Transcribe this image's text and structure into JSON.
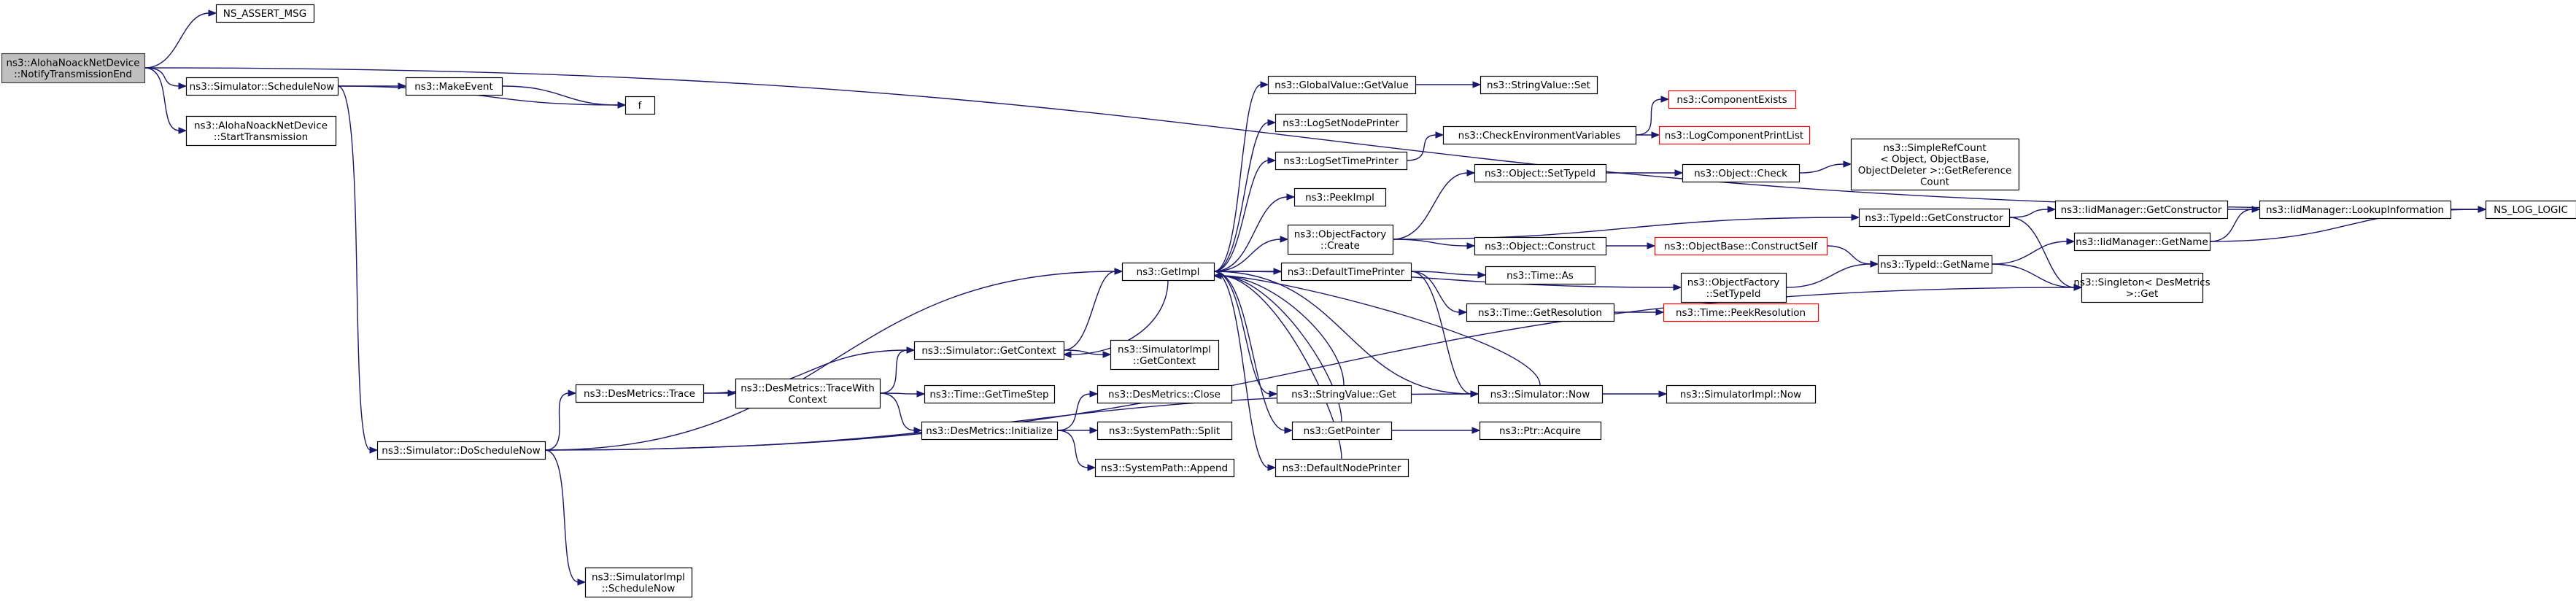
{
  "title": "",
  "colors": {
    "edge": "#191970",
    "node_border": "#000000",
    "node_border_highlight": "#ff0000",
    "root_fill": "#bfbfbf",
    "background": "#ffffff"
  },
  "nodes": [
    {
      "id": "root",
      "lines": [
        "ns3::AlohaNoackNetDevice",
        "::NotifyTransmissionEnd"
      ],
      "style": "root"
    },
    {
      "id": "assert",
      "lines": [
        "NS_ASSERT_MSG"
      ]
    },
    {
      "id": "schedulenow",
      "lines": [
        "ns3::Simulator::ScheduleNow"
      ]
    },
    {
      "id": "starttx",
      "lines": [
        "ns3::AlohaNoackNetDevice",
        "::StartTransmission"
      ]
    },
    {
      "id": "makeevent",
      "lines": [
        "ns3::MakeEvent"
      ]
    },
    {
      "id": "f",
      "lines": [
        "f"
      ]
    },
    {
      "id": "doschedulenow",
      "lines": [
        "ns3::Simulator::DoScheduleNow"
      ]
    },
    {
      "id": "trace",
      "lines": [
        "ns3::DesMetrics::Trace"
      ]
    },
    {
      "id": "tracewithctx",
      "lines": [
        "ns3::DesMetrics::TraceWith",
        "Context"
      ]
    },
    {
      "id": "simimplschednow",
      "lines": [
        "ns3::SimulatorImpl",
        "::ScheduleNow"
      ]
    },
    {
      "id": "getcontext",
      "lines": [
        "ns3::Simulator::GetContext"
      ]
    },
    {
      "id": "gettimestep",
      "lines": [
        "ns3::Time::GetTimeStep"
      ]
    },
    {
      "id": "initialize",
      "lines": [
        "ns3::DesMetrics::Initialize"
      ]
    },
    {
      "id": "simimplgetctx",
      "lines": [
        "ns3::SimulatorImpl",
        "::GetContext"
      ]
    },
    {
      "id": "close",
      "lines": [
        "ns3::DesMetrics::Close"
      ]
    },
    {
      "id": "split",
      "lines": [
        "ns3::SystemPath::Split"
      ]
    },
    {
      "id": "append",
      "lines": [
        "ns3::SystemPath::Append"
      ]
    },
    {
      "id": "getimpl",
      "lines": [
        "ns3::GetImpl"
      ]
    },
    {
      "id": "gvgetvalue",
      "lines": [
        "ns3::GlobalValue::GetValue"
      ]
    },
    {
      "id": "lognodeprinter",
      "lines": [
        "ns3::LogSetNodePrinter"
      ]
    },
    {
      "id": "logtimeprinter",
      "lines": [
        "ns3::LogSetTimePrinter"
      ]
    },
    {
      "id": "peekimpl",
      "lines": [
        "ns3::PeekImpl"
      ]
    },
    {
      "id": "objfactcreate",
      "lines": [
        "ns3::ObjectFactory",
        "::Create"
      ]
    },
    {
      "id": "defaulttimeprinter",
      "lines": [
        "ns3::DefaultTimePrinter"
      ]
    },
    {
      "id": "stringvalueget",
      "lines": [
        "ns3::StringValue::Get"
      ]
    },
    {
      "id": "getpointer",
      "lines": [
        "ns3::GetPointer"
      ]
    },
    {
      "id": "defaultnodeprinter",
      "lines": [
        "ns3::DefaultNodePrinter"
      ]
    },
    {
      "id": "stringvalueset",
      "lines": [
        "ns3::StringValue::Set"
      ]
    },
    {
      "id": "checkenv",
      "lines": [
        "ns3::CheckEnvironmentVariables"
      ]
    },
    {
      "id": "objsettypeid",
      "lines": [
        "ns3::Object::SetTypeId"
      ]
    },
    {
      "id": "objconstruct",
      "lines": [
        "ns3::Object::Construct"
      ]
    },
    {
      "id": "objfactsettypeid",
      "lines": [
        "ns3::ObjectFactory",
        "::SetTypeId"
      ]
    },
    {
      "id": "timeas",
      "lines": [
        "ns3::Time::As"
      ]
    },
    {
      "id": "timegetres",
      "lines": [
        "ns3::Time::GetResolution"
      ]
    },
    {
      "id": "simnow",
      "lines": [
        "ns3::Simulator::Now"
      ]
    },
    {
      "id": "ptracquire",
      "lines": [
        "ns3::Ptr::Acquire"
      ]
    },
    {
      "id": "compexists",
      "lines": [
        "ns3::ComponentExists"
      ],
      "style": "red"
    },
    {
      "id": "logcomplist",
      "lines": [
        "ns3::LogComponentPrintList"
      ],
      "style": "red"
    },
    {
      "id": "objcheck",
      "lines": [
        "ns3::Object::Check"
      ]
    },
    {
      "id": "objbaseconstructself",
      "lines": [
        "ns3::ObjectBase::ConstructSelf"
      ],
      "style": "red"
    },
    {
      "id": "timepeekres",
      "lines": [
        "ns3::Time::PeekResolution"
      ],
      "style": "red"
    },
    {
      "id": "simimplnow",
      "lines": [
        "ns3::SimulatorImpl::Now"
      ]
    },
    {
      "id": "simplerefcount",
      "lines": [
        "ns3::SimpleRefCount",
        "< Object, ObjectBase,",
        "ObjectDeleter >::GetReference",
        "Count"
      ]
    },
    {
      "id": "typeidgetconstructor",
      "lines": [
        "ns3::TypeId::GetConstructor"
      ]
    },
    {
      "id": "typeidgetname",
      "lines": [
        "ns3::TypeId::GetName"
      ]
    },
    {
      "id": "iidgetconstructor",
      "lines": [
        "ns3::IidManager::GetConstructor"
      ]
    },
    {
      "id": "iidgetname",
      "lines": [
        "ns3::IidManager::GetName"
      ]
    },
    {
      "id": "singleton",
      "lines": [
        "ns3::Singleton< DesMetrics",
        ">::Get"
      ]
    },
    {
      "id": "iidlookup",
      "lines": [
        "ns3::IidManager::LookupInformation"
      ]
    },
    {
      "id": "nslogic",
      "lines": [
        "NS_LOG_LOGIC"
      ]
    }
  ],
  "edges": [
    [
      "root",
      "assert"
    ],
    [
      "root",
      "schedulenow"
    ],
    [
      "root",
      "starttx"
    ],
    [
      "root",
      "nslogic"
    ],
    [
      "schedulenow",
      "makeevent"
    ],
    [
      "schedulenow",
      "f"
    ],
    [
      "schedulenow",
      "doschedulenow"
    ],
    [
      "makeevent",
      "f"
    ],
    [
      "doschedulenow",
      "trace"
    ],
    [
      "doschedulenow",
      "getimpl"
    ],
    [
      "doschedulenow",
      "simimplschednow"
    ],
    [
      "doschedulenow",
      "simnow"
    ],
    [
      "doschedulenow",
      "singleton"
    ],
    [
      "trace",
      "getcontext"
    ],
    [
      "trace",
      "tracewithctx"
    ],
    [
      "tracewithctx",
      "getcontext"
    ],
    [
      "tracewithctx",
      "gettimestep"
    ],
    [
      "tracewithctx",
      "initialize"
    ],
    [
      "getcontext",
      "getimpl"
    ],
    [
      "getcontext",
      "simimplgetctx"
    ],
    [
      "initialize",
      "close"
    ],
    [
      "initialize",
      "split"
    ],
    [
      "initialize",
      "append"
    ],
    [
      "getimpl",
      "getcontext"
    ],
    [
      "getimpl",
      "gvgetvalue"
    ],
    [
      "getimpl",
      "lognodeprinter"
    ],
    [
      "getimpl",
      "logtimeprinter"
    ],
    [
      "getimpl",
      "peekimpl"
    ],
    [
      "getimpl",
      "objfactcreate"
    ],
    [
      "getimpl",
      "objfactsettypeid"
    ],
    [
      "getimpl",
      "defaulttimeprinter"
    ],
    [
      "getimpl",
      "stringvalueget"
    ],
    [
      "getimpl",
      "getpointer"
    ],
    [
      "getimpl",
      "defaultnodeprinter"
    ],
    [
      "getimpl",
      "simnow"
    ],
    [
      "gvgetvalue",
      "stringvalueset"
    ],
    [
      "logtimeprinter",
      "checkenv"
    ],
    [
      "checkenv",
      "compexists"
    ],
    [
      "checkenv",
      "logcomplist"
    ],
    [
      "objfactcreate",
      "objsettypeid"
    ],
    [
      "objfactcreate",
      "objconstruct"
    ],
    [
      "objfactcreate",
      "typeidgetconstructor"
    ],
    [
      "objsettypeid",
      "objcheck"
    ],
    [
      "objcheck",
      "simplerefcount"
    ],
    [
      "objconstruct",
      "objbaseconstructself"
    ],
    [
      "objbaseconstructself",
      "typeidgetname"
    ],
    [
      "objfactsettypeid",
      "typeidgetname"
    ],
    [
      "defaulttimeprinter",
      "timeas"
    ],
    [
      "defaulttimeprinter",
      "timegetres"
    ],
    [
      "defaulttimeprinter",
      "simnow"
    ],
    [
      "timegetres",
      "timepeekres"
    ],
    [
      "simnow",
      "simimplnow"
    ],
    [
      "simnow",
      "getimpl"
    ],
    [
      "getpointer",
      "ptracquire"
    ],
    [
      "getpointer",
      "getimpl"
    ],
    [
      "defaultnodeprinter",
      "getimpl"
    ],
    [
      "stringvalueget",
      "getimpl"
    ],
    [
      "typeidgetconstructor",
      "iidgetconstructor"
    ],
    [
      "typeidgetconstructor",
      "singleton"
    ],
    [
      "typeidgetname",
      "iidgetname"
    ],
    [
      "typeidgetname",
      "singleton"
    ],
    [
      "iidgetconstructor",
      "iidlookup"
    ],
    [
      "iidgetname",
      "iidlookup"
    ],
    [
      "iidgetname",
      "nslogic"
    ],
    [
      "iidlookup",
      "nslogic"
    ]
  ]
}
